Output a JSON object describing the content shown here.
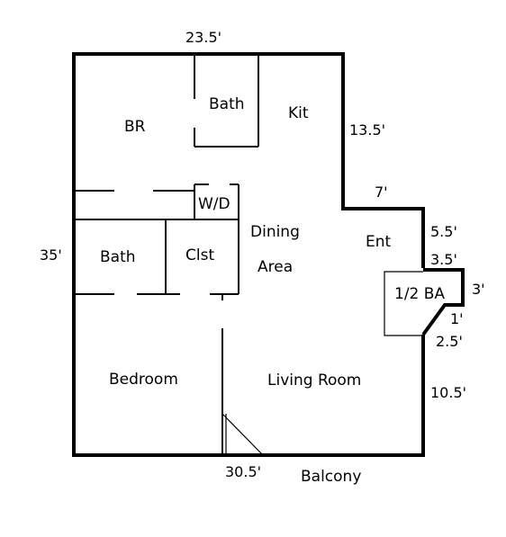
{
  "dimensions": {
    "top_width": "23.5'",
    "kitchen_right_wall": "13.5'",
    "entry_step": "7'",
    "left_wall": "35'",
    "entry_wall": "5.5'",
    "half_bath_top": "3.5'",
    "half_bath_right": "3'",
    "half_bath_angle": "1'",
    "half_bath_bottom": "2.5'",
    "living_right_wall": "10.5'",
    "bottom_width": "30.5'"
  },
  "rooms": {
    "br": "BR",
    "bath_upper": "Bath",
    "kitchen": "Kit",
    "washer_dryer": "W/D",
    "dining_line1": "Dining",
    "dining_line2": "Area",
    "entry": "Ent",
    "bath_lower": "Bath",
    "closet": "Clst",
    "half_bath": "1/2 BA",
    "bedroom": "Bedroom",
    "living_room": "Living Room"
  },
  "exterior": {
    "balcony": "Balcony"
  }
}
